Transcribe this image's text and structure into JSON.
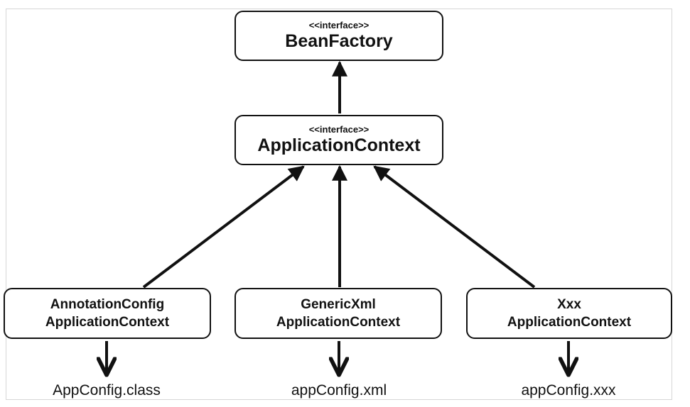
{
  "nodes": {
    "bean_factory": {
      "stereotype": "<<interface>>",
      "name": "BeanFactory"
    },
    "application_context": {
      "stereotype": "<<interface>>",
      "name": "ApplicationContext"
    },
    "annotation_config": {
      "line1": "AnnotationConfig",
      "line2": "ApplicationContext"
    },
    "generic_xml": {
      "line1": "GenericXml",
      "line2": "ApplicationContext"
    },
    "xxx": {
      "line1": "Xxx",
      "line2": "ApplicationContext"
    }
  },
  "configs": {
    "annotation": "AppConfig.class",
    "xml": "appConfig.xml",
    "xxx": "appConfig.xxx"
  },
  "colors": {
    "stroke": "#111111",
    "background": "#ffffff",
    "frame": "#d6d6d6"
  }
}
